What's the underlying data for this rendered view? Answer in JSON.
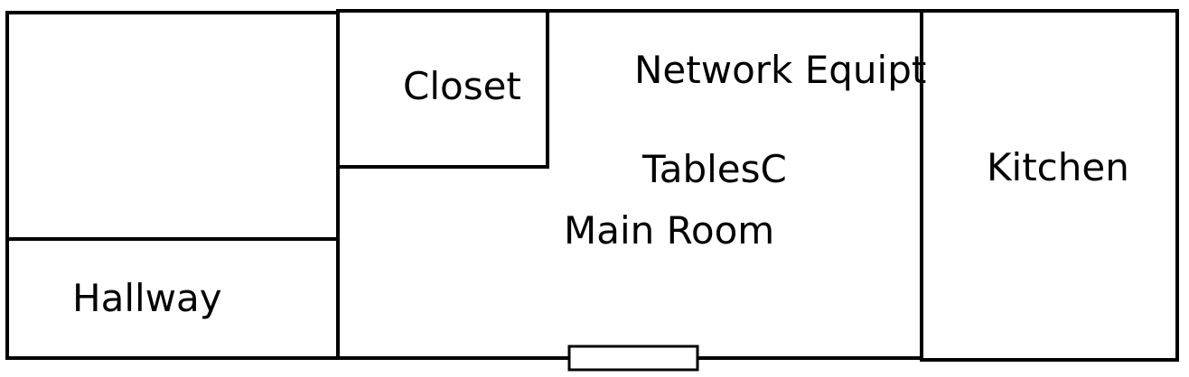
{
  "rooms": {
    "closet": "Closet",
    "network_equipment": "Network Equipt",
    "tables": "TablesC",
    "main_room": "Main Room",
    "kitchen": "Kitchen",
    "hallway": "Hallway"
  }
}
